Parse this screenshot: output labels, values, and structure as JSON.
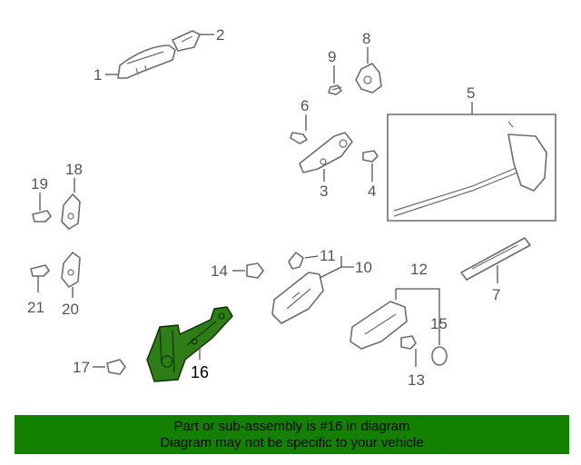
{
  "diagram": {
    "callouts": [
      {
        "id": "1",
        "label": "1"
      },
      {
        "id": "2",
        "label": "2"
      },
      {
        "id": "3",
        "label": "3"
      },
      {
        "id": "4",
        "label": "4"
      },
      {
        "id": "5",
        "label": "5"
      },
      {
        "id": "6",
        "label": "6"
      },
      {
        "id": "7",
        "label": "7"
      },
      {
        "id": "8",
        "label": "8"
      },
      {
        "id": "9",
        "label": "9"
      },
      {
        "id": "10",
        "label": "10"
      },
      {
        "id": "11",
        "label": "11"
      },
      {
        "id": "12",
        "label": "12"
      },
      {
        "id": "13",
        "label": "13"
      },
      {
        "id": "14",
        "label": "14"
      },
      {
        "id": "15",
        "label": "15"
      },
      {
        "id": "16",
        "label": "16"
      },
      {
        "id": "17",
        "label": "17"
      },
      {
        "id": "18",
        "label": "18"
      },
      {
        "id": "19",
        "label": "19"
      },
      {
        "id": "20",
        "label": "20"
      },
      {
        "id": "21",
        "label": "21"
      }
    ],
    "highlighted_part": "16",
    "highlight_color": "#2e7d16"
  },
  "banner": {
    "line1": "Part or sub-assembly is #16 in diagram",
    "line2": "Diagram may not be specific to your vehicle",
    "background": "#138000"
  }
}
